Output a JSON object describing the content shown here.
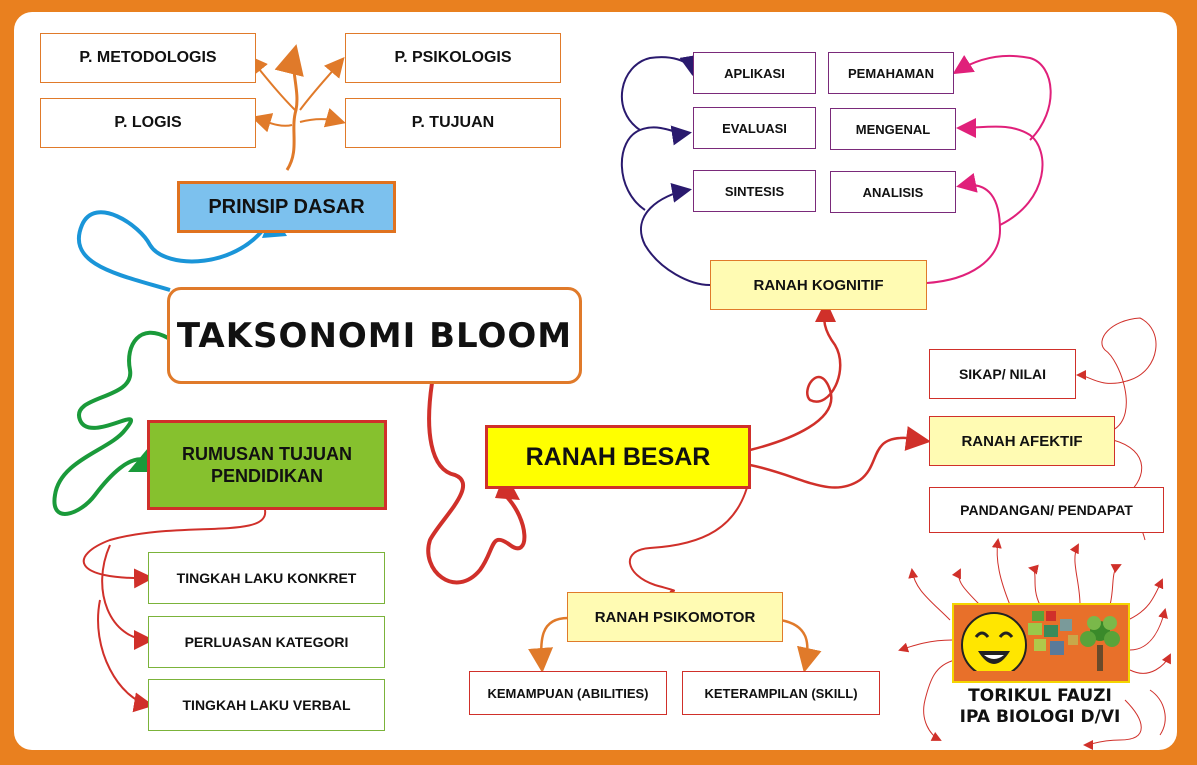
{
  "title": "TAKSONOMI BLOOM",
  "prinsip": {
    "label": "PRINSIP DASAR",
    "items": [
      "P. METODOLOGIS",
      "P. PSIKOLOGIS",
      "P. LOGIS",
      "P. TUJUAN"
    ]
  },
  "rumusan": {
    "label_line1": "RUMUSAN TUJUAN",
    "label_line2": "PENDIDIKAN",
    "items": [
      "TINGKAH LAKU KONKRET",
      "PERLUASAN KATEGORI",
      "TINGKAH LAKU VERBAL"
    ]
  },
  "ranah_besar": "RANAH BESAR",
  "kognitif": {
    "label": "RANAH KOGNITIF",
    "items": [
      "APLIKASI",
      "PEMAHAMAN",
      "EVALUASI",
      "MENGENAL",
      "SINTESIS",
      "ANALISIS"
    ]
  },
  "afektif": {
    "label": "RANAH AFEKTIF",
    "items": [
      "SIKAP/ NILAI",
      "PANDANGAN/ PENDAPAT"
    ]
  },
  "psikomotor": {
    "label": "RANAH PSIKOMOTOR",
    "items": [
      "KEMAMPUAN (ABILITIES)",
      "KETERAMPILAN (SKILL)"
    ]
  },
  "author": {
    "name": "TORIKUL FAUZI",
    "class": "IPA BIOLOGI D/VI"
  },
  "colors": {
    "frame": "#e9801f",
    "prinsip_fill": "#7cc1ee",
    "rumusan_fill": "#86c12e",
    "besar_fill": "#ffff00",
    "ranah_fill": "#fffbb3",
    "red_link": "#d0302a",
    "purple_link": "#2a1a6e",
    "magenta_link": "#e0207a"
  }
}
